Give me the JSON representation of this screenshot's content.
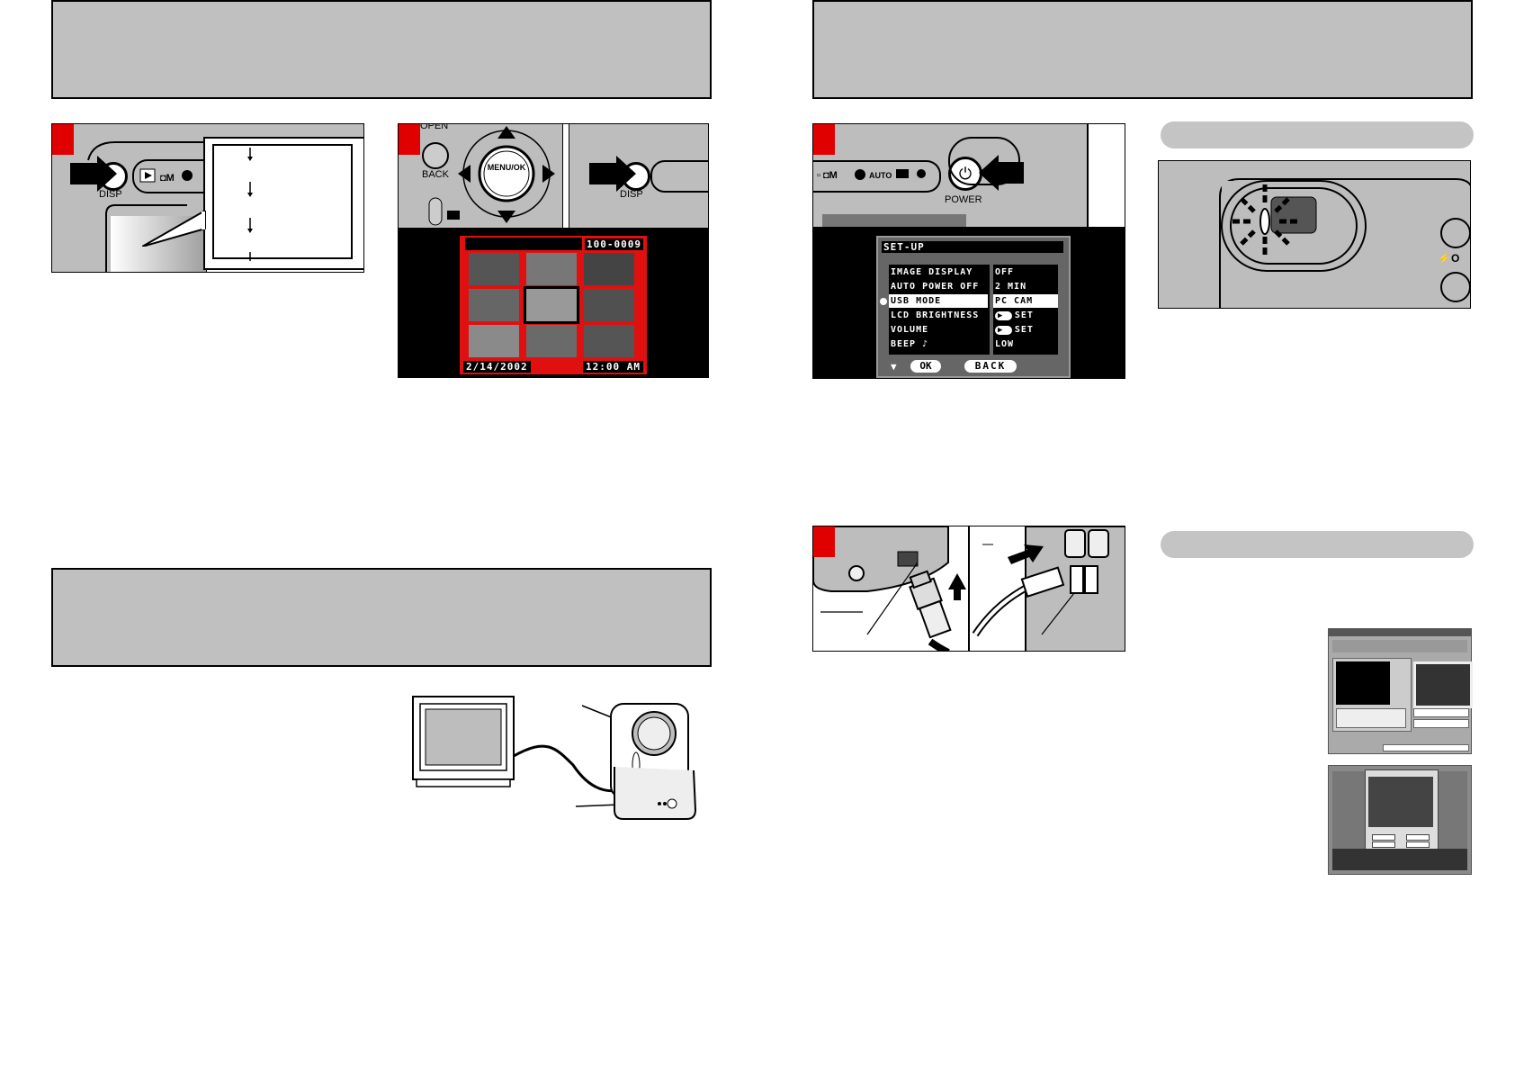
{
  "left_page": {
    "panel_a": {
      "disp_label": "DISP"
    },
    "panel_b": {
      "open_label": "OPEN",
      "back_label": "BACK",
      "menu_label": "MENU/OK"
    },
    "panel_c": {
      "disp_label": "DISP"
    },
    "thumb_screen": {
      "frame_no": "100-0009",
      "date": "2/14/2002",
      "time": "12:00 AM"
    }
  },
  "right_page": {
    "power_panel": {
      "power_label": "POWER"
    },
    "setup_screen": {
      "title": "SET-UP",
      "menu_items": [
        "IMAGE DISPLAY",
        "AUTO POWER OFF",
        "USB MODE",
        "LCD BRIGHTNESS",
        "VOLUME",
        "BEEP ♪"
      ],
      "menu_values": [
        "OFF",
        "2 MIN",
        "PC CAM",
        "SET",
        "SET",
        "LOW"
      ],
      "selected_index": 2,
      "ok_label": "OK",
      "back_label": "BACK"
    },
    "buttons_strip": {
      "auto_label": "AUTO"
    }
  },
  "colors": {
    "banner": "#c0c0c0",
    "accent_red": "#e00000",
    "thumb_frame": "#e01010"
  }
}
